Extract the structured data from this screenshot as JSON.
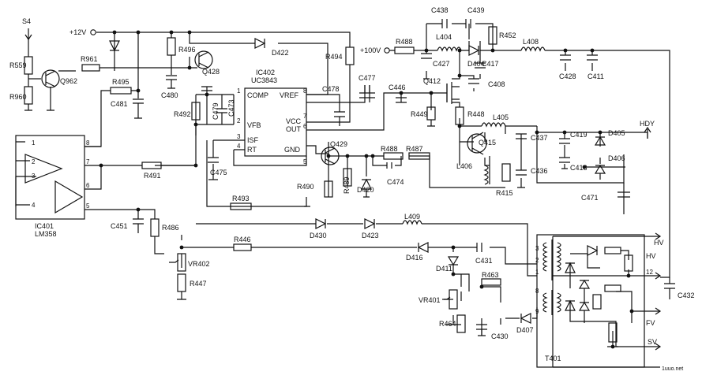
{
  "supply": {
    "v12": "+12V",
    "v100": "+100V"
  },
  "switch": {
    "s4": "S4"
  },
  "ics": {
    "ic401_ref": "IC401",
    "ic401_part": "LM358",
    "ic402_ref": "IC402",
    "ic402_part": "UC3843",
    "ic402_pins": {
      "comp": "COMP",
      "vref": "VREF",
      "vfb": "VFB",
      "vcc": "VCC",
      "out": "OUT",
      "isf": "ISF",
      "rt": "RT",
      "gnd": "GND"
    }
  },
  "transformer": {
    "ref": "T401"
  },
  "outputs": {
    "hdy": "HDY",
    "hv_top": "HV",
    "hv_tap": "HV",
    "fv": "FV",
    "sv": "SV"
  },
  "watermark": "1uuo.net",
  "pins": {
    "ic401": {
      "p1": "1",
      "p2": "2",
      "p3": "3",
      "p4": "4",
      "p5": "5",
      "p6": "6",
      "p7": "7",
      "p8": "8"
    },
    "ic402": {
      "p1": "1",
      "p2": "2",
      "p3": "3",
      "p4": "4",
      "p5": "5",
      "p6": "6",
      "p7": "7",
      "p8": "8"
    },
    "t401": {
      "p1": "1",
      "p2": "2",
      "p3": "3",
      "p8": "8",
      "p9": "9",
      "p12": "12"
    }
  },
  "resistors": {
    "r559": "R559",
    "r960": "R960",
    "r961": "R961",
    "r495": "R495",
    "r496": "R496",
    "r494": "R494",
    "r492": "R492",
    "r491": "R491",
    "r493": "R493",
    "r486": "R486",
    "r447": "R447",
    "r446": "R446",
    "r488a": "R488",
    "r488b": "R488",
    "r487": "R487",
    "r490": "R490",
    "r489": "R489",
    "r452": "R452",
    "r449": "R449",
    "r448": "R448",
    "r415": "R415",
    "r463": "R463",
    "r464": "R464"
  },
  "pots": {
    "vr402": "VR402",
    "vr401": "VR401"
  },
  "capacitors": {
    "c481": "C481",
    "c480": "C480",
    "c479": "C479",
    "c473": "C473",
    "c478": "C478",
    "c477": "C477",
    "c475": "C475",
    "c451": "C451",
    "c474": "C474",
    "c438": "C438",
    "c439": "C439",
    "c427": "C427",
    "c417": "C417",
    "c428": "C428",
    "c411": "C411",
    "c446": "C446",
    "c408": "C408",
    "c437": "C437",
    "c436": "C436",
    "c419": "C419",
    "c418": "C418",
    "c471": "C471",
    "c431": "C431",
    "c430": "C430",
    "c432": "C432"
  },
  "transistors": {
    "q962": "Q962",
    "q428": "Q428",
    "q429": "Q429",
    "q412": "Q412",
    "q415": "Q415"
  },
  "diodes": {
    "d422": "D422",
    "d420": "D420",
    "d404": "D404",
    "d405": "D405",
    "d406": "D406",
    "d430": "D430",
    "d423": "D423",
    "d416": "D416",
    "d411": "D411",
    "d407": "D407"
  },
  "inductors": {
    "l404": "L404",
    "l408": "L408",
    "l405": "L405",
    "l406": "L406",
    "l409": "L409"
  }
}
